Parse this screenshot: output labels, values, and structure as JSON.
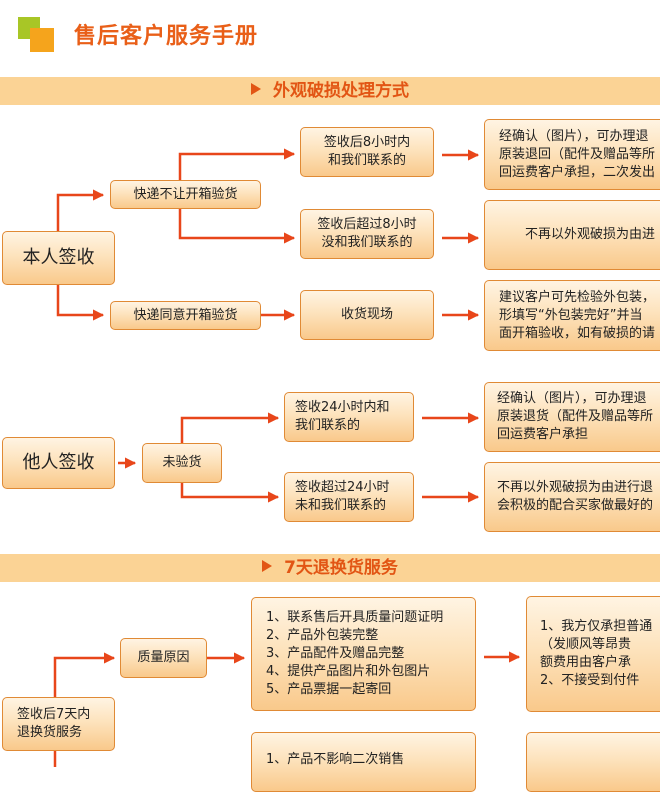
{
  "header": {
    "title": "售后客户服务手册"
  },
  "sections": {
    "s1": "外观破损处理方式",
    "s2": "7天退换货服务"
  },
  "nodes": {
    "self_sign": "本人签收",
    "no_inspect": "快递不让开箱验货",
    "allow_inspect": "快递同意开箱验货",
    "within8": "签收后8小时内\n和我们联系的",
    "over8": "签收后超过8小时\n没和我们联系的",
    "on_site": "收货现场",
    "r1": "经确认（图片），可办理退\n原装退回（配件及赠品等所\n回运费客户承担，二次发出",
    "r2": "不再以外观破损为由进",
    "r3": "建议客户可先检验外包装，\n形填写“外包装完好”并当\n面开箱验收，如有破损的请",
    "other_sign": "他人签收",
    "not_inspected": "未验货",
    "within24": "签收24小时内和\n我们联系的",
    "over24": "签收超过24小时\n未和我们联系的",
    "r4": "经确认（图片），可办理退\n原装退货（配件及赠品等所\n回运费客户承担",
    "r5": "不再以外观破损为由进行退\n会积极的配合买家做最好的",
    "seven_day": "签收后7天内\n退换货服务",
    "quality": "质量原因",
    "quality_list": "1、联系售后开具质量问题证明\n2、产品外包装完整\n3、产品配件及赠品完整\n4、提供产品图片和外包图片\n5、产品票据一起寄回",
    "r6": "1、我方仅承担普通\n    （发顺风等昂贵\n    额费用由客户承\n2、不接受到付件",
    "list2": "1、产品不影响二次销售"
  },
  "colors": {
    "accent": "#e95f18",
    "arrow": "#e8461a",
    "bar": "#fbd395"
  }
}
